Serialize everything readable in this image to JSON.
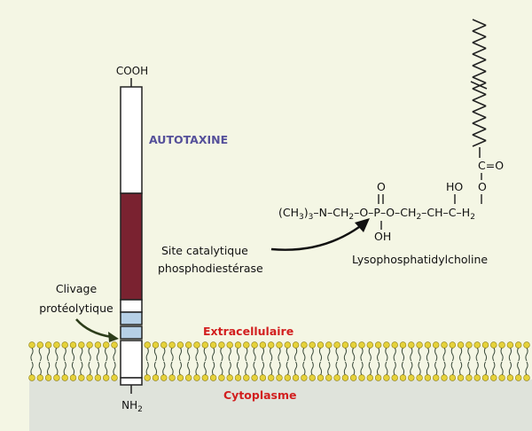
{
  "protein": {
    "c_terminus": "COOH",
    "n_terminus": "NH2",
    "name": "AUTOTAXINE"
  },
  "labels": {
    "cleavage_line1": "Clivage",
    "cleavage_line2": "protéolytique",
    "catalytic_line1": "Site catalytique",
    "catalytic_line2": "phosphodiestérase",
    "extracellular": "Extracellulaire",
    "cytoplasm": "Cytoplasme",
    "molecule_name": "Lysophosphatidylcholine"
  },
  "structure": {
    "carbonyl": "C=O",
    "oxygen": "O",
    "hydroxyl": "HO",
    "phosphate_oh": "OH",
    "main_chain": "(CH3)3-N-CH2-O-P-O-CH2-CH-C-H2"
  },
  "colors": {
    "background": "#f4f6e4",
    "cytoplasm": "#dfe3db",
    "catalytic_domain": "#7a2230",
    "cleavage_domain": "#b6d0e6",
    "membrane_head": "#e6d23a",
    "membrane_tail": "#3a4a3a",
    "title_blue": "#55509a",
    "label_red": "#d21f1f",
    "arrow_green": "#2d3d1a"
  }
}
